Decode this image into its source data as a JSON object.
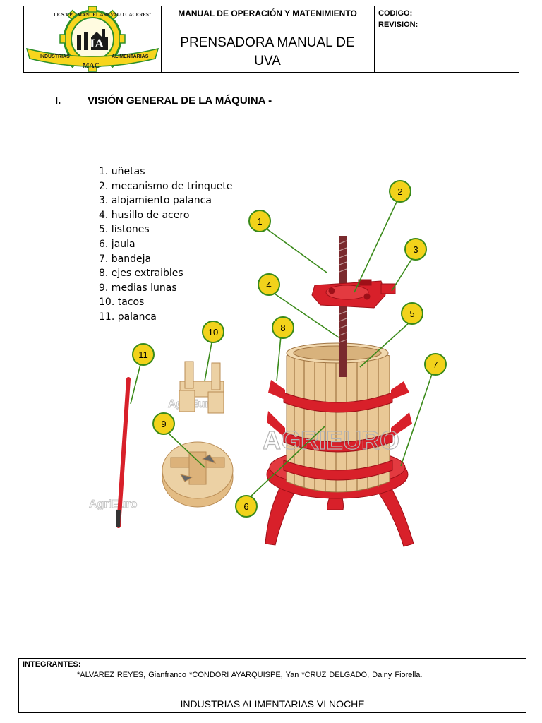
{
  "header": {
    "logo_text_top": "I.E.S.T.P. \"MANUEL AREVALO CACERES\"",
    "logo_text_left": "INDUSTRIAS",
    "logo_text_right": "ALIMENTARIAS",
    "logo_text_bottom": "MAC",
    "manual_title": "MANUAL DE OPERACIÓN Y MATENIMIENTO",
    "doc_title_line1": "PRENSADORA MANUAL DE",
    "doc_title_line2": "UVA",
    "code_label": "CODIGO:",
    "revision_label": "REVISION:"
  },
  "section": {
    "number": "I.",
    "title": "VISIÓN GENERAL DE LA MÁQUINA -"
  },
  "legend": [
    "1. uñetas",
    "2. mecanismo de trinquete",
    "3. alojamiento palanca",
    "4. husillo de acero",
    "5. listones",
    "6. jaula",
    "7. bandeja",
    "8. ejes extraibles",
    "9. medias lunas",
    "10. tacos",
    "11. palanca"
  ],
  "callouts": [
    "1",
    "2",
    "3",
    "4",
    "5",
    "6",
    "7",
    "8",
    "9",
    "10",
    "11"
  ],
  "watermarks": [
    "AGRIEURO",
    "AgriEuro"
  ],
  "colors": {
    "callout_fill": "#f2d21b",
    "callout_stroke": "#3a8a1a",
    "machine_red": "#d8202a",
    "wood": "#e7c391"
  },
  "footer": {
    "label": "INTEGRANTES:",
    "members": "*ALVAREZ REYES, Gianfranco    *CONDORI AYARQUISPE, Yan     *CRUZ DELGADO, Dainy Fiorella.",
    "career": "INDUSTRIAS ALIMENTARIAS      VI   NOCHE"
  }
}
